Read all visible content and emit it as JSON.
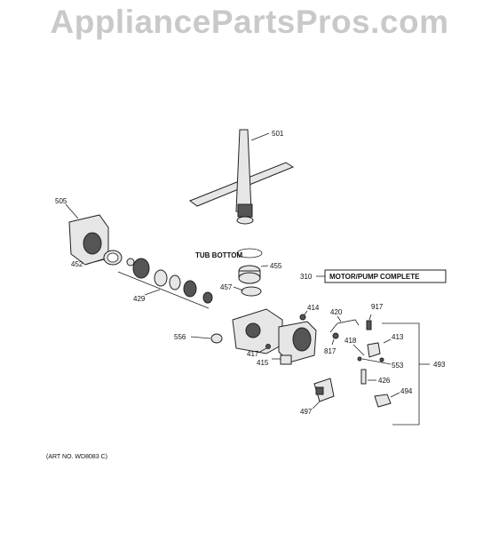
{
  "watermark": "AppliancePartsPros.com",
  "labels": {
    "p501": "501",
    "p505": "505",
    "p452": "452",
    "tub": "TUB BOTTOM",
    "p455": "455",
    "p310": "310",
    "motor": "MOTOR/PUMP COMPLETE",
    "p429": "429",
    "p457": "457",
    "p414": "414",
    "p420": "420",
    "p917": "917",
    "p556": "556",
    "p418": "418",
    "p413": "413",
    "p417": "417",
    "p817": "817",
    "p415": "415",
    "p553": "553",
    "p493": "493",
    "p426": "426",
    "p494": "494",
    "p497": "497"
  },
  "art_no": "(ART NO. WD8083 C)"
}
